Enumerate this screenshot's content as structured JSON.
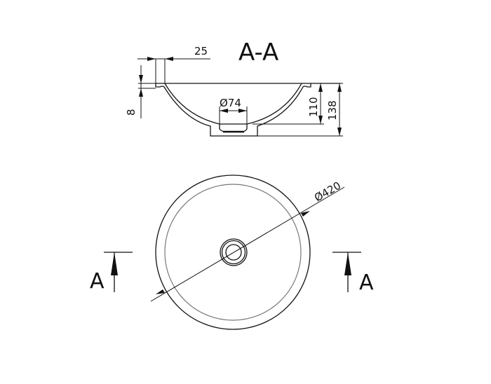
{
  "drawing": {
    "section_title": "A-A",
    "dimensions": {
      "rim_width": "25",
      "rim_thickness": "8",
      "drain_diameter": "Ø74",
      "bowl_depth": "110",
      "total_height": "138",
      "outer_diameter": "Ø420"
    },
    "section_marker_left": "A",
    "section_marker_right": "A",
    "line_color": "#111111",
    "inner_rim_color": "#777777"
  }
}
